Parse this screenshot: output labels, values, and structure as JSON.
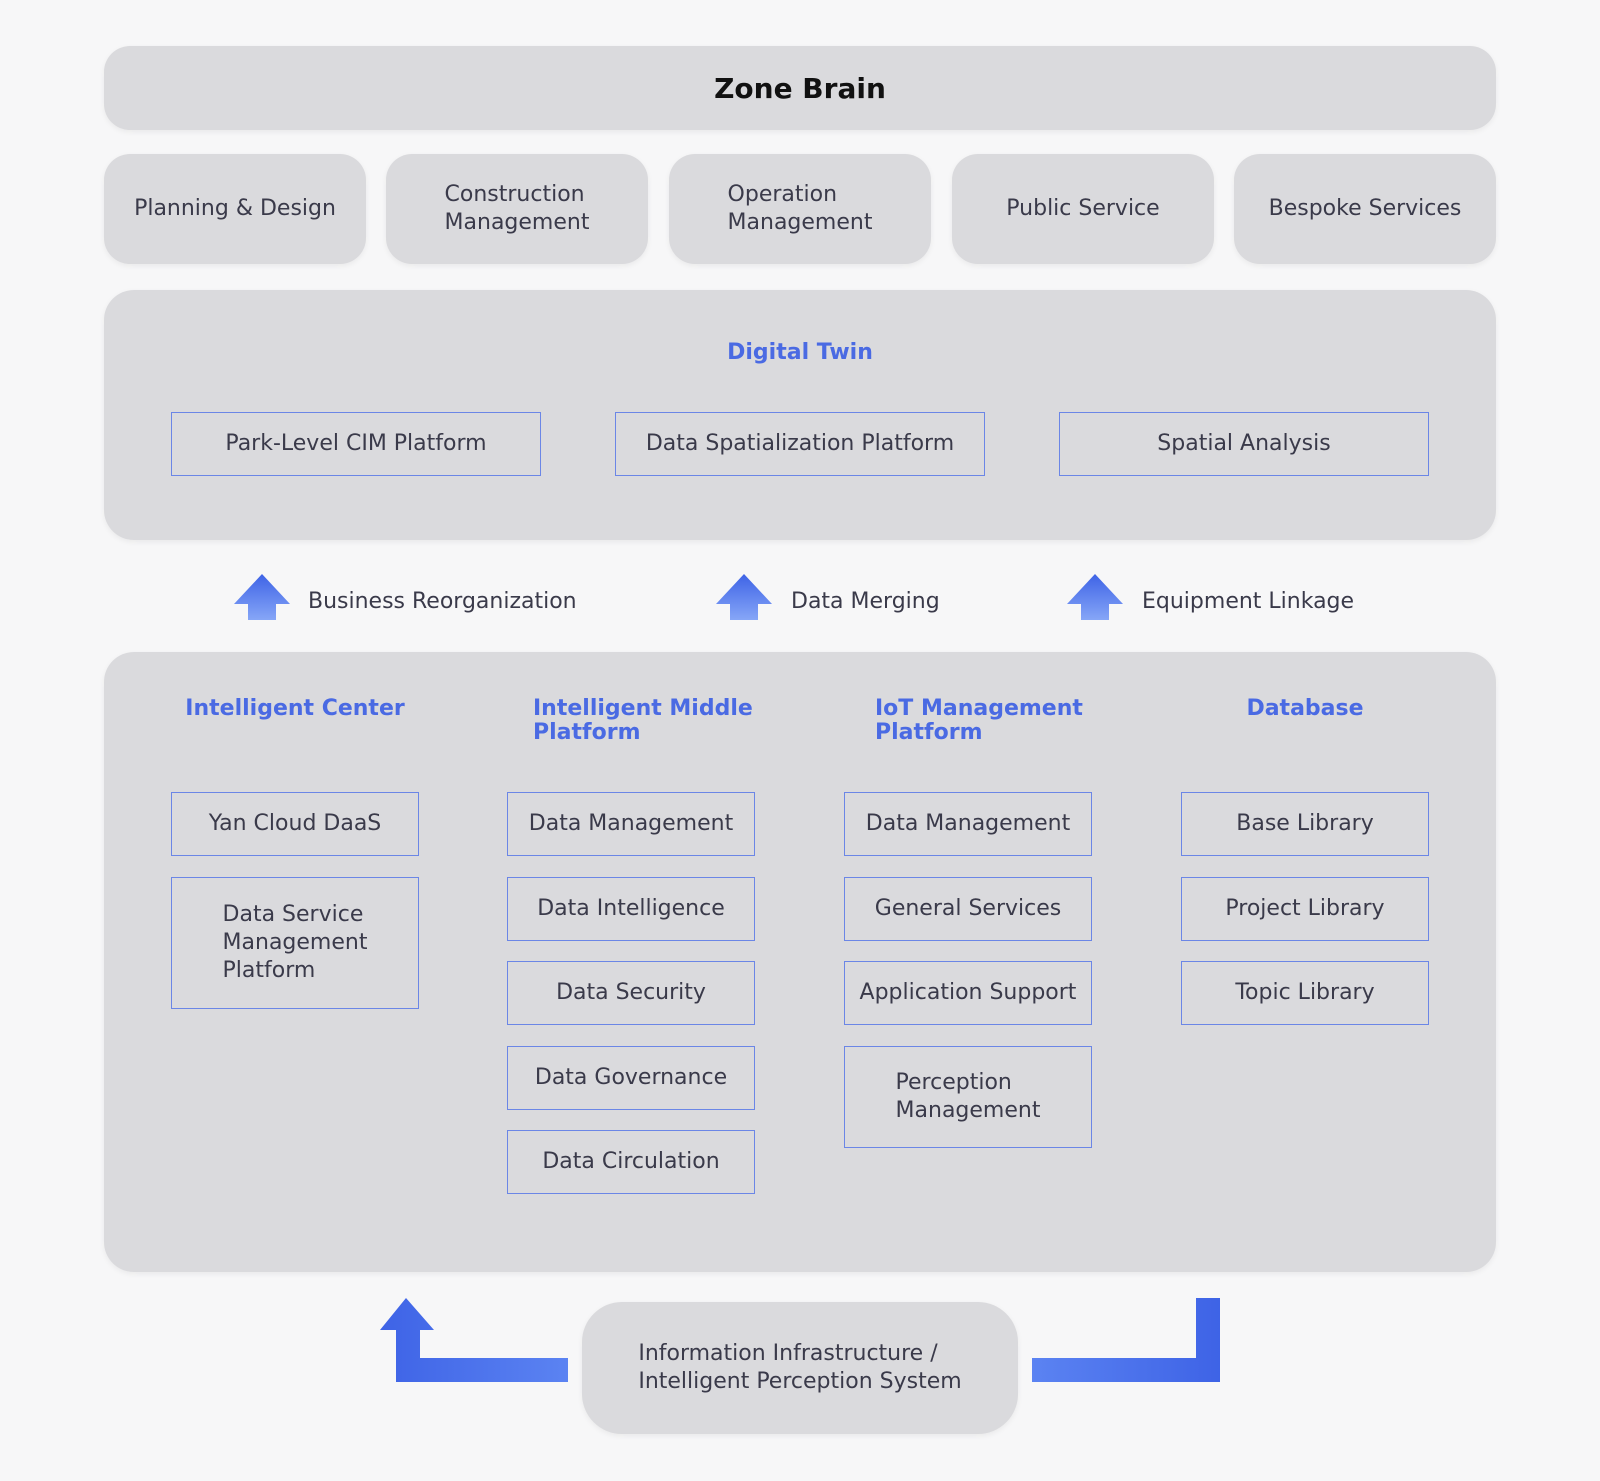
{
  "top": {
    "title": "Zone Brain"
  },
  "applications": [
    "Planning & Design",
    "Construction\nManagement",
    "Operation\nManagement",
    "Public Service",
    "Bespoke Services"
  ],
  "digital_twin": {
    "title": "Digital Twin",
    "items": [
      "Park-Level CIM Platform",
      "Data Spatialization Platform",
      "Spatial Analysis"
    ]
  },
  "flows": [
    "Business Reorganization",
    "Data Merging",
    "Equipment Linkage"
  ],
  "columns": [
    {
      "heading": "Intelligent Center",
      "items": [
        "Yan Cloud DaaS",
        "Data Service\nManagement\nPlatform"
      ]
    },
    {
      "heading": "Intelligent Middle\nPlatform",
      "items": [
        "Data Management",
        "Data Intelligence",
        "Data Security",
        "Data Governance",
        "Data Circulation"
      ]
    },
    {
      "heading": "IoT Management\nPlatform",
      "items": [
        "Data Management",
        "General Services",
        "Application Support",
        "Perception\nManagement"
      ]
    },
    {
      "heading": "Database",
      "items": [
        "Base Library",
        "Project Library",
        "Topic Library"
      ]
    }
  ],
  "infrastructure": {
    "label": "Information Infrastructure /\nIntelligent Perception System"
  },
  "colors": {
    "accent": "#4a6ae3",
    "panel": "#dadadd",
    "background": "#f7f7f8"
  }
}
